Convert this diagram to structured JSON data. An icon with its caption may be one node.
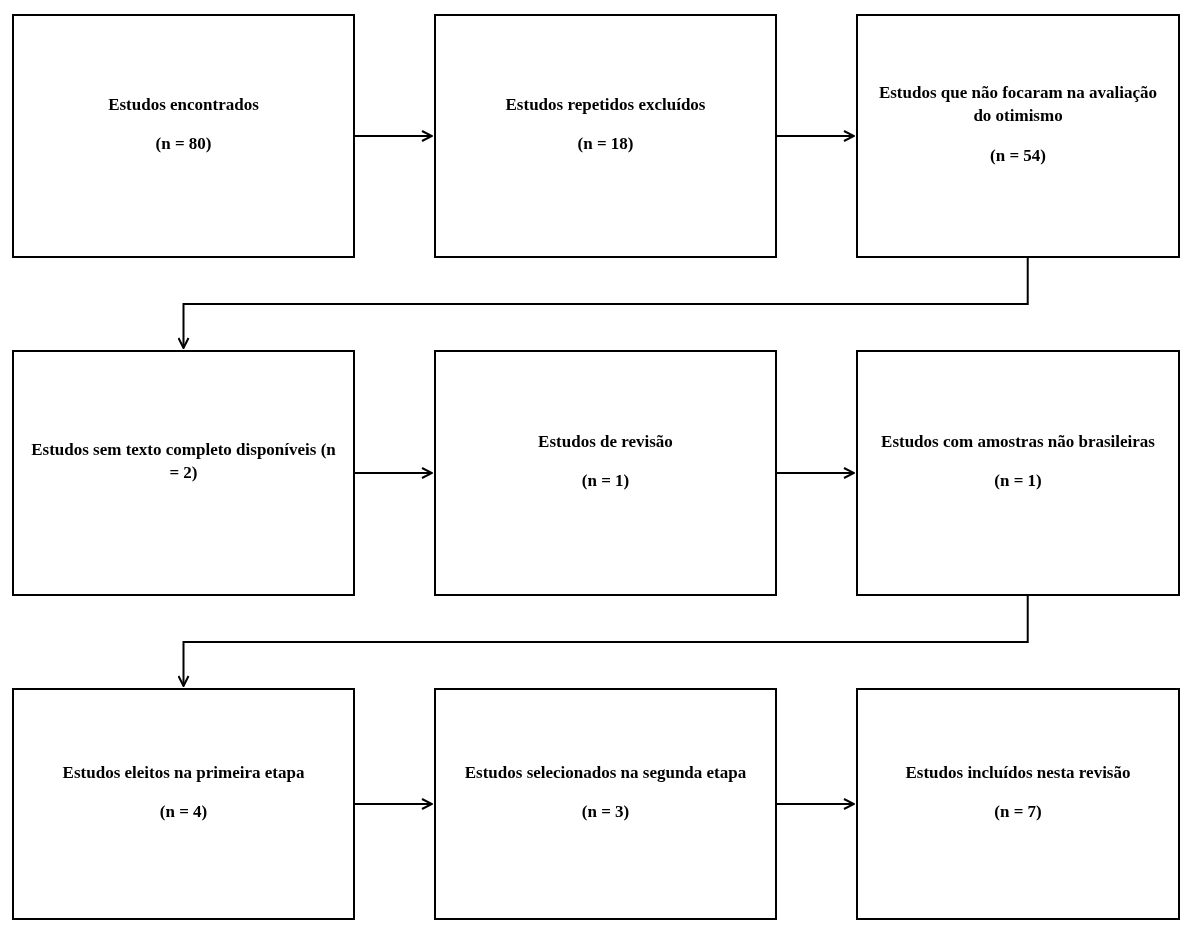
{
  "diagram": {
    "nodes": [
      {
        "text": [
          "Estudos encontrados",
          "(n = 80)"
        ]
      },
      {
        "text": [
          "Estudos repetidos excluídos",
          "(n = 18)"
        ]
      },
      {
        "text": [
          "Estudos que não focaram na avaliação do otimismo",
          "(n = 54)"
        ]
      },
      {
        "text": [
          "Estudos sem texto completo disponíveis (n = 2)"
        ]
      },
      {
        "text": [
          "Estudos de revisão",
          "(n = 1)"
        ]
      },
      {
        "text": [
          "Estudos com amostras não brasileiras",
          "(n = 1)"
        ]
      },
      {
        "text": [
          "Estudos eleitos na primeira etapa",
          "(n = 4)"
        ]
      },
      {
        "text": [
          "Estudos selecionados na segunda etapa",
          "(n = 3)"
        ]
      },
      {
        "text": [
          "Estudos incluídos nesta revisão",
          "(n = 7)"
        ]
      }
    ],
    "edges": [
      {
        "from": 0,
        "to": 1,
        "arrow": "to"
      },
      {
        "from": 1,
        "to": 2,
        "arrow": "to"
      },
      {
        "from": 2,
        "to": 3,
        "arrow": "to"
      },
      {
        "from": 3,
        "to": 4,
        "arrow": "to"
      },
      {
        "from": 4,
        "to": 5,
        "arrow": "to"
      },
      {
        "from": 5,
        "to": 6,
        "arrow": "to"
      },
      {
        "from": 6,
        "to": 7,
        "arrow": "to"
      },
      {
        "from": 7,
        "to": 8,
        "arrow": "to"
      }
    ]
  }
}
